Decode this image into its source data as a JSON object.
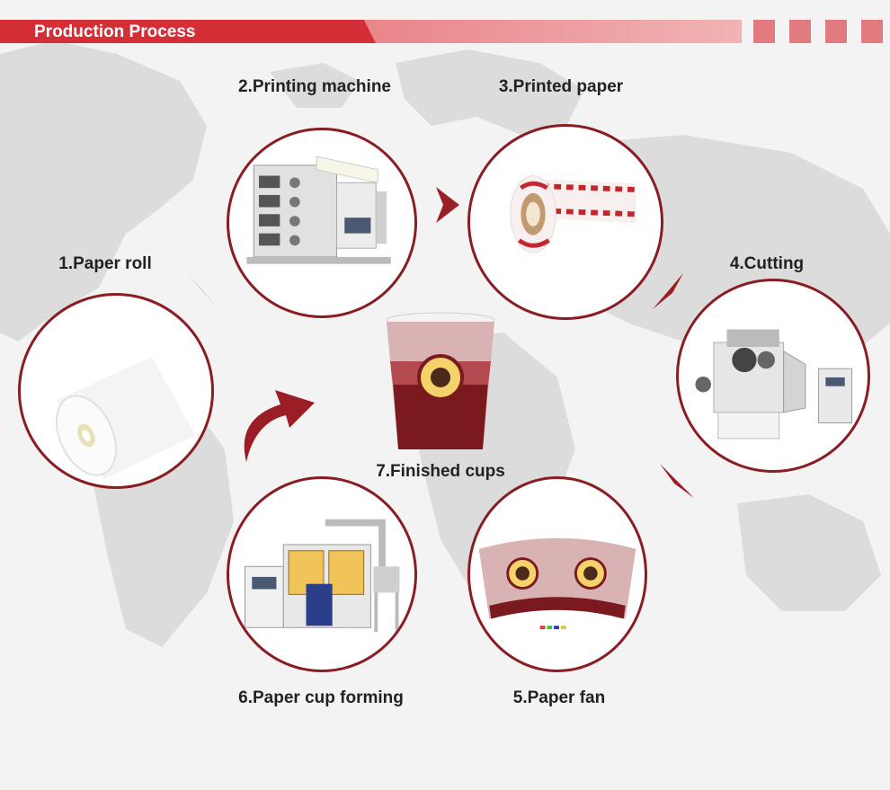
{
  "header": {
    "title": "Production Process"
  },
  "steps": [
    {
      "label": "1.Paper roll"
    },
    {
      "label": "2.Printing machine"
    },
    {
      "label": "3.Printed paper"
    },
    {
      "label": "4.Cutting"
    },
    {
      "label": "5.Paper fan"
    },
    {
      "label": "6.Paper cup forming"
    },
    {
      "label": "7.Finished cups"
    }
  ],
  "colors": {
    "accent": "#d42f37",
    "ring": "#8a1d24",
    "arrow": "#9b1d25"
  },
  "icons": [
    "world-map-background",
    "flow-arrow-icon",
    "curved-arrow-icon"
  ]
}
